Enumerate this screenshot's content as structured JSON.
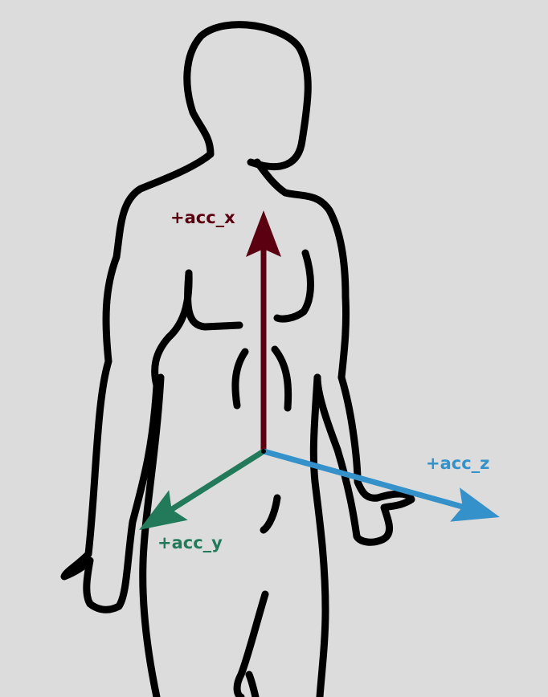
{
  "background_color": "#dcdcdc",
  "figure": {
    "name": "human-body-back-view-outline",
    "outline_color": "#000000"
  },
  "axes": [
    {
      "id": "x",
      "label": "+acc_x",
      "color": "#5a0010"
    },
    {
      "id": "y",
      "label": "+acc_y",
      "color": "#237a5b"
    },
    {
      "id": "z",
      "label": "+acc_z",
      "color": "#3591c9"
    }
  ]
}
